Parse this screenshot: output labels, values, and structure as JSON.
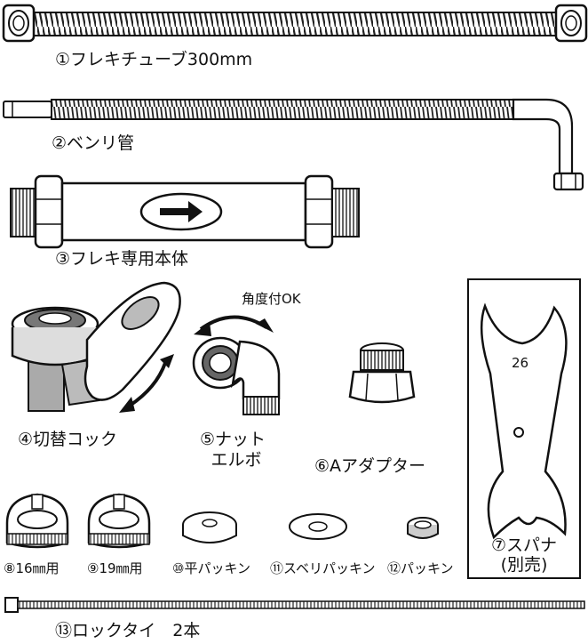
{
  "parts": [
    {
      "label": "①フレキチューブ300mm"
    },
    {
      "label": "②ベンリ管"
    },
    {
      "label": "③フレキ専用本体"
    },
    {
      "label": "④切替コック"
    },
    {
      "label_line1": "⑤ナット",
      "label_line2": "エルボ",
      "angle_note": "角度付OK"
    },
    {
      "label": "⑥Aアダプター"
    },
    {
      "label_line1": "⑦スパナ",
      "label_line2": "(別売)",
      "size_mark": "26"
    },
    {
      "label": "⑧16㎜用"
    },
    {
      "label": "⑨19㎜用"
    },
    {
      "label": "⑩平パッキン"
    },
    {
      "label": "⑪スベリパッキン"
    },
    {
      "label": "⑫パッキン"
    },
    {
      "label": "⑬ロックタイ　2本"
    }
  ]
}
